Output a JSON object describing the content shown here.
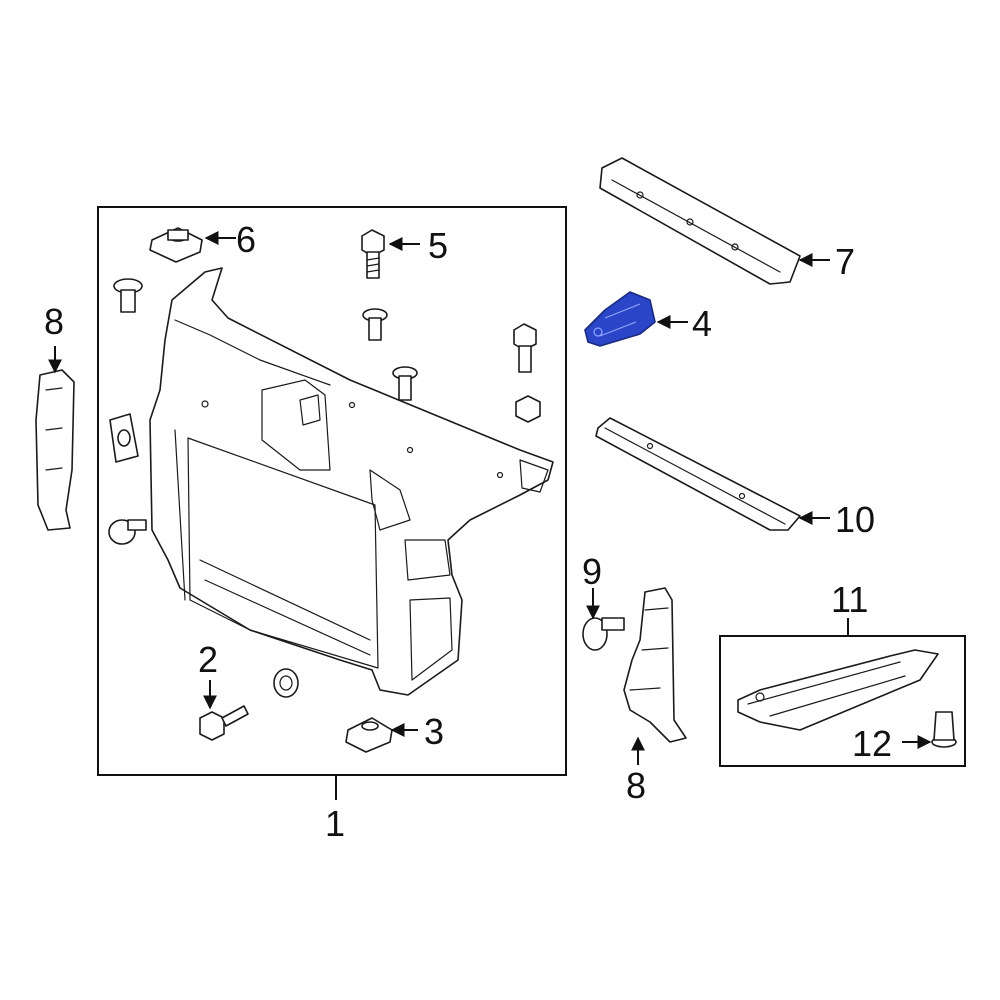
{
  "diagram": {
    "highlight_color": "#2b45c8",
    "callouts": [
      {
        "id": "c1",
        "text": "1"
      },
      {
        "id": "c2",
        "text": "2"
      },
      {
        "id": "c3",
        "text": "3"
      },
      {
        "id": "c4",
        "text": "4"
      },
      {
        "id": "c5",
        "text": "5"
      },
      {
        "id": "c6",
        "text": "6"
      },
      {
        "id": "c7",
        "text": "7"
      },
      {
        "id": "c8a",
        "text": "8"
      },
      {
        "id": "c8b",
        "text": "8"
      },
      {
        "id": "c9",
        "text": "9"
      },
      {
        "id": "c10",
        "text": "10"
      },
      {
        "id": "c11",
        "text": "11"
      },
      {
        "id": "c12",
        "text": "12"
      }
    ]
  }
}
